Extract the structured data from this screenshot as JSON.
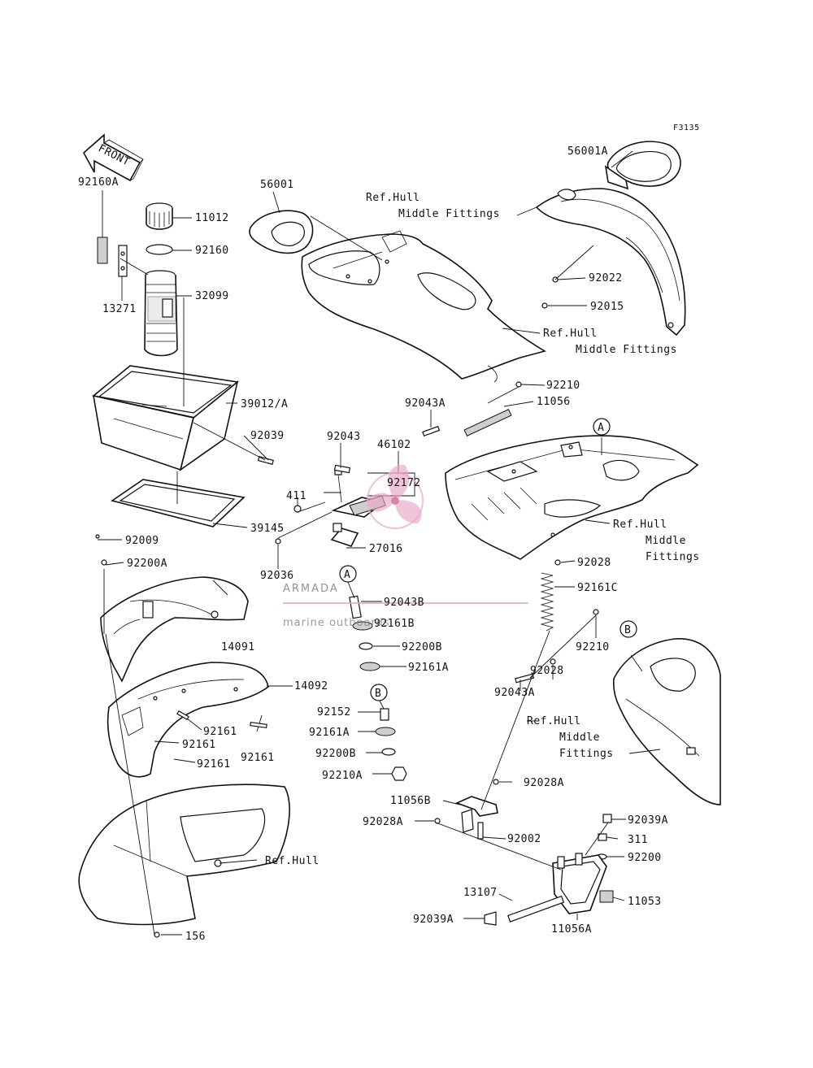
{
  "diagram": {
    "code": "F3135",
    "front_label": "FRONT",
    "callouts": {
      "p56001A": "56001A",
      "p56001": "56001",
      "refHull1_a": "Ref.Hull",
      "refHull1_b": "Middle Fittings",
      "p92160A": "92160A",
      "p11012": "11012",
      "p92160": "92160",
      "p13271": "13271",
      "p32099": "32099",
      "p92022": "92022",
      "p92015": "92015",
      "refHull2_a": "Ref.Hull",
      "refHull2_b": "Middle Fittings",
      "p92210_top": "92210",
      "p92043A_top": "92043A",
      "p11056": "11056",
      "p39012A": "39012/A",
      "p92039": "92039",
      "p92043": "92043",
      "p46102": "46102",
      "markA_top": "A",
      "p92172": "92172",
      "p411": "411",
      "refHull3_a": "Ref.Hull",
      "refHull3_b": "Middle",
      "refHull3_c": "Fittings",
      "p39145": "39145",
      "p92009": "92009",
      "p27016": "27016",
      "p92200A": "92200A",
      "p92028_top": "92028",
      "p92036": "92036",
      "markA_mid": "A",
      "p92161C": "92161C",
      "p92043B": "92043B",
      "p92161B": "92161B",
      "markB_right": "B",
      "p14091": "14091",
      "p92200B": "92200B",
      "p92210_mid": "92210",
      "p92028_mid": "92028",
      "p92161A_1": "92161A",
      "p14092": "14092",
      "p92043A_mid": "92043A",
      "markB_mid": "B",
      "p92152": "92152",
      "refHull4_a": "Ref.Hull",
      "refHull4_b": "Middle",
      "refHull4_c": "Fittings",
      "p92161_1": "92161",
      "p92161A_2": "92161A",
      "p92161_2": "92161",
      "p92161_3": "92161",
      "p92161_4": "92161",
      "p92200B_2": "92200B",
      "p92210A": "92210A",
      "p92028A_1": "92028A",
      "p11056B": "11056B",
      "p92028A_2": "92028A",
      "p92002": "92002",
      "p92039A_1": "92039A",
      "p311": "311",
      "refHull5": "Ref.Hull",
      "p92200": "92200",
      "p13107": "13107",
      "p11053": "11053",
      "p92039A_2": "92039A",
      "p11056A": "11056A",
      "p156": "156"
    }
  },
  "watermark": {
    "brand": "ARMADA",
    "tagline": "marine outboards",
    "color": "#e8a6c4"
  }
}
